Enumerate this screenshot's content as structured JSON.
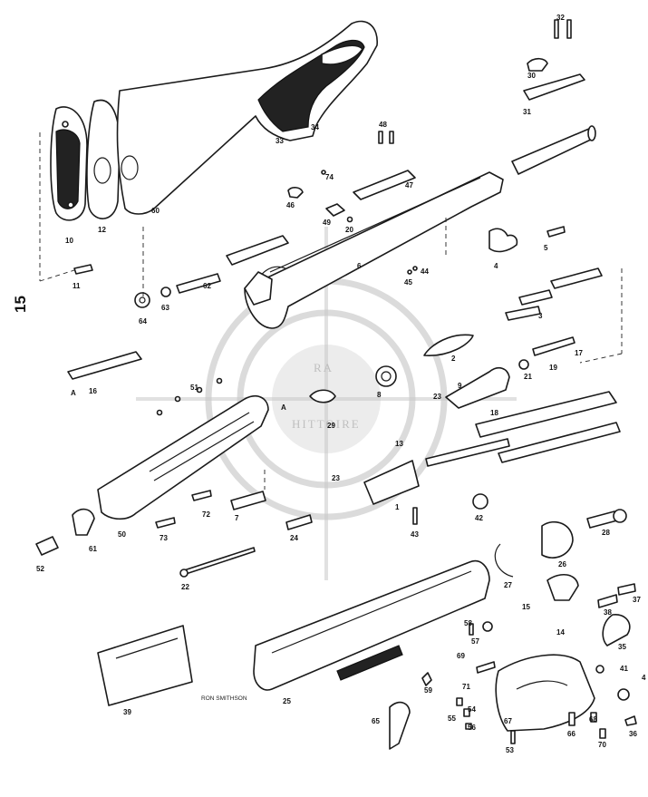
{
  "page_number": "15",
  "artist_signature": "RON SMITHSON",
  "watermark": {
    "top_letters": "RA",
    "bottom_text": "HITTOIRE"
  },
  "parts": {
    "p10": "10",
    "p11": "11",
    "p12": "12",
    "p60": "60",
    "p33": "33",
    "p34": "34",
    "p32": "32",
    "p30": "30",
    "p31": "31",
    "p48": "48",
    "p74": "74",
    "p47": "47",
    "p46": "46",
    "p49": "49",
    "p20": "20",
    "p6": "6",
    "p44": "44",
    "p45": "45",
    "p4": "4",
    "p5": "5",
    "p62": "62",
    "p63": "63",
    "p64": "64",
    "p3": "3",
    "p2": "2",
    "p19": "19",
    "p17": "17",
    "p8": "8",
    "p21": "21",
    "p9": "9",
    "p23": "23",
    "p18": "18",
    "p16": "16",
    "p16a": "A",
    "p51": "51",
    "p29": "29",
    "pA": "A",
    "p13": "13",
    "p1": "1",
    "p23b": "23",
    "p72": "72",
    "p7": "7",
    "p50": "50",
    "p73": "73",
    "p24": "24",
    "p42": "42",
    "p43": "43",
    "p28": "28",
    "p52": "52",
    "p61": "61",
    "p22": "22",
    "p26": "26",
    "p27": "27",
    "p15": "15",
    "p37": "37",
    "p38": "38",
    "p14": "14",
    "p35": "35",
    "p58": "58",
    "p57": "57",
    "p69": "69",
    "p71": "71",
    "p39": "39",
    "p25": "25",
    "p59": "59",
    "p65": "65",
    "p55": "55",
    "p54": "54",
    "p56": "56",
    "p67": "67",
    "p53": "53",
    "p41": "41",
    "p40": "4",
    "p66": "66",
    "p68": "68",
    "p70": "70",
    "p36": "36"
  }
}
